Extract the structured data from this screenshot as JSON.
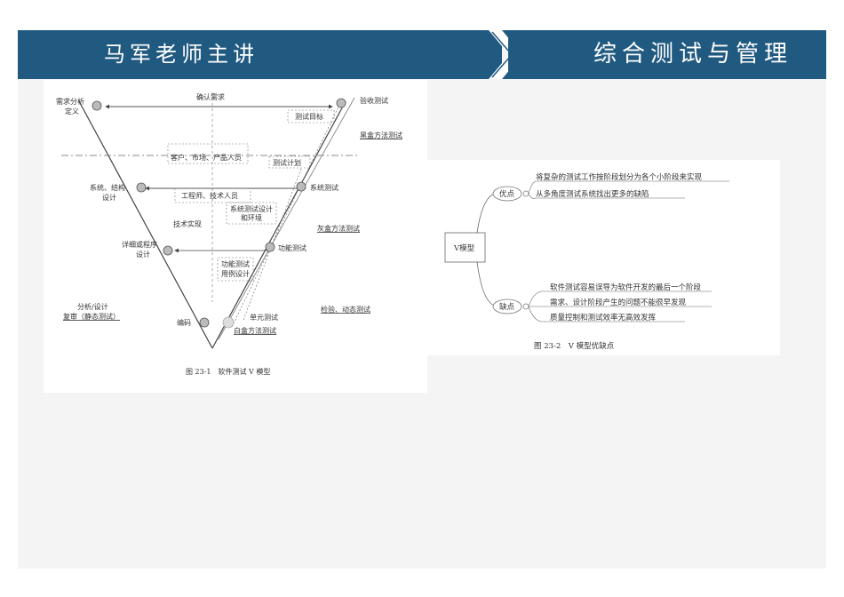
{
  "header": {
    "lecturer": "马军老师主讲",
    "topic": "综合测试与管理"
  },
  "v_model": {
    "caption": "图 23-1　软件测试 V 模型",
    "left_nodes": [
      {
        "id": "req",
        "label_1": "需求分析",
        "label_2": "定义"
      },
      {
        "id": "sys",
        "label_1": "系统、结构",
        "label_2": "设计"
      },
      {
        "id": "detail",
        "label_1": "详细或程序",
        "label_2": "设计"
      },
      {
        "id": "code",
        "label_1": "编码",
        "label_2": ""
      }
    ],
    "right_nodes": [
      {
        "id": "accept",
        "label": "验收测试"
      },
      {
        "id": "systest",
        "label": "系统测试"
      },
      {
        "id": "functest",
        "label": "功能测试"
      },
      {
        "id": "unittest",
        "label": "单元测试"
      }
    ],
    "labels": {
      "confirm_req": "确认需求",
      "customers": "客户、市场、产品人员",
      "test_goal": "测试目标",
      "black_box": "黑盒方法测试",
      "engineers": "工程师、技术人员",
      "test_plan": "测试计划",
      "sys_design_env_1": "系统测试设计",
      "sys_design_env_2": "和环境",
      "gray_box": "灰盒方法测试",
      "tech_impl": "技术实现",
      "func_case_1": "功能测试",
      "func_case_2": "用例设计",
      "review_1": "分析/设计",
      "review_2": "复审（静态测试）",
      "inspection": "检验、动态测试",
      "white_box": "白盒方法测试"
    }
  },
  "v_pros_cons": {
    "center": "V模型",
    "pros": {
      "label": "优点",
      "items": [
        "将复杂的测试工作按阶段划分为各个小阶段来实现",
        "从多角度测试系统找出更多的缺陷"
      ]
    },
    "cons": {
      "label": "缺点",
      "items": [
        "软件测试容易误导为软件开发的最后一个阶段",
        "需求、设计阶段产生的问题不能很早发现",
        "质量控制和测试效率无高效发挥"
      ]
    },
    "caption": "图 23-2　V 模型优缺点"
  }
}
